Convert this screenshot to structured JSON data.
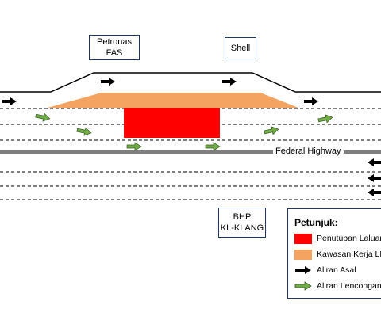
{
  "labels": {
    "petronas": "Petronas\nFAS",
    "shell": "Shell",
    "federal_highway": "Federal Highway",
    "bhp": "BHP\nKL-KLANG"
  },
  "legend": {
    "title": "Petunjuk:",
    "items": [
      {
        "label": "Penutupan Laluan",
        "kind": "swatch",
        "color": "#ff0000"
      },
      {
        "label": "Kawasan Kerja LRT",
        "kind": "swatch",
        "color": "#f4a460"
      },
      {
        "label": "Aliran Asal",
        "kind": "arrow",
        "color": "#000000"
      },
      {
        "label": "Aliran Lencongan",
        "kind": "arrow",
        "color": "#70ad47"
      }
    ]
  },
  "colors": {
    "closure": "#ff0000",
    "work_zone": "#f4a460",
    "original_flow": "#000000",
    "diversion_flow": "#70ad47",
    "divider": "#7f7f7f"
  }
}
